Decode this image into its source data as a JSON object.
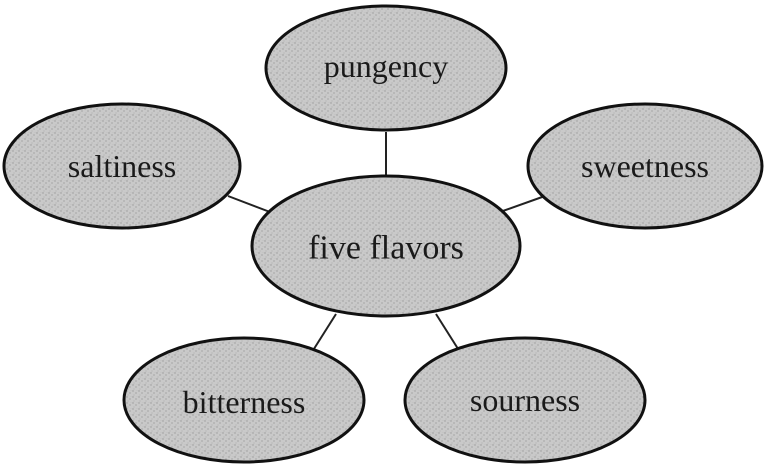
{
  "diagram": {
    "center": {
      "label": "five flavors"
    },
    "nodes": [
      {
        "id": "pungency",
        "label": "pungency"
      },
      {
        "id": "saltiness",
        "label": "saltiness"
      },
      {
        "id": "sweetness",
        "label": "sweetness"
      },
      {
        "id": "bitterness",
        "label": "bitterness"
      },
      {
        "id": "sourness",
        "label": "sourness"
      }
    ]
  },
  "colors": {
    "node_fill": "#c8c8c8",
    "node_stroke": "#111111"
  }
}
